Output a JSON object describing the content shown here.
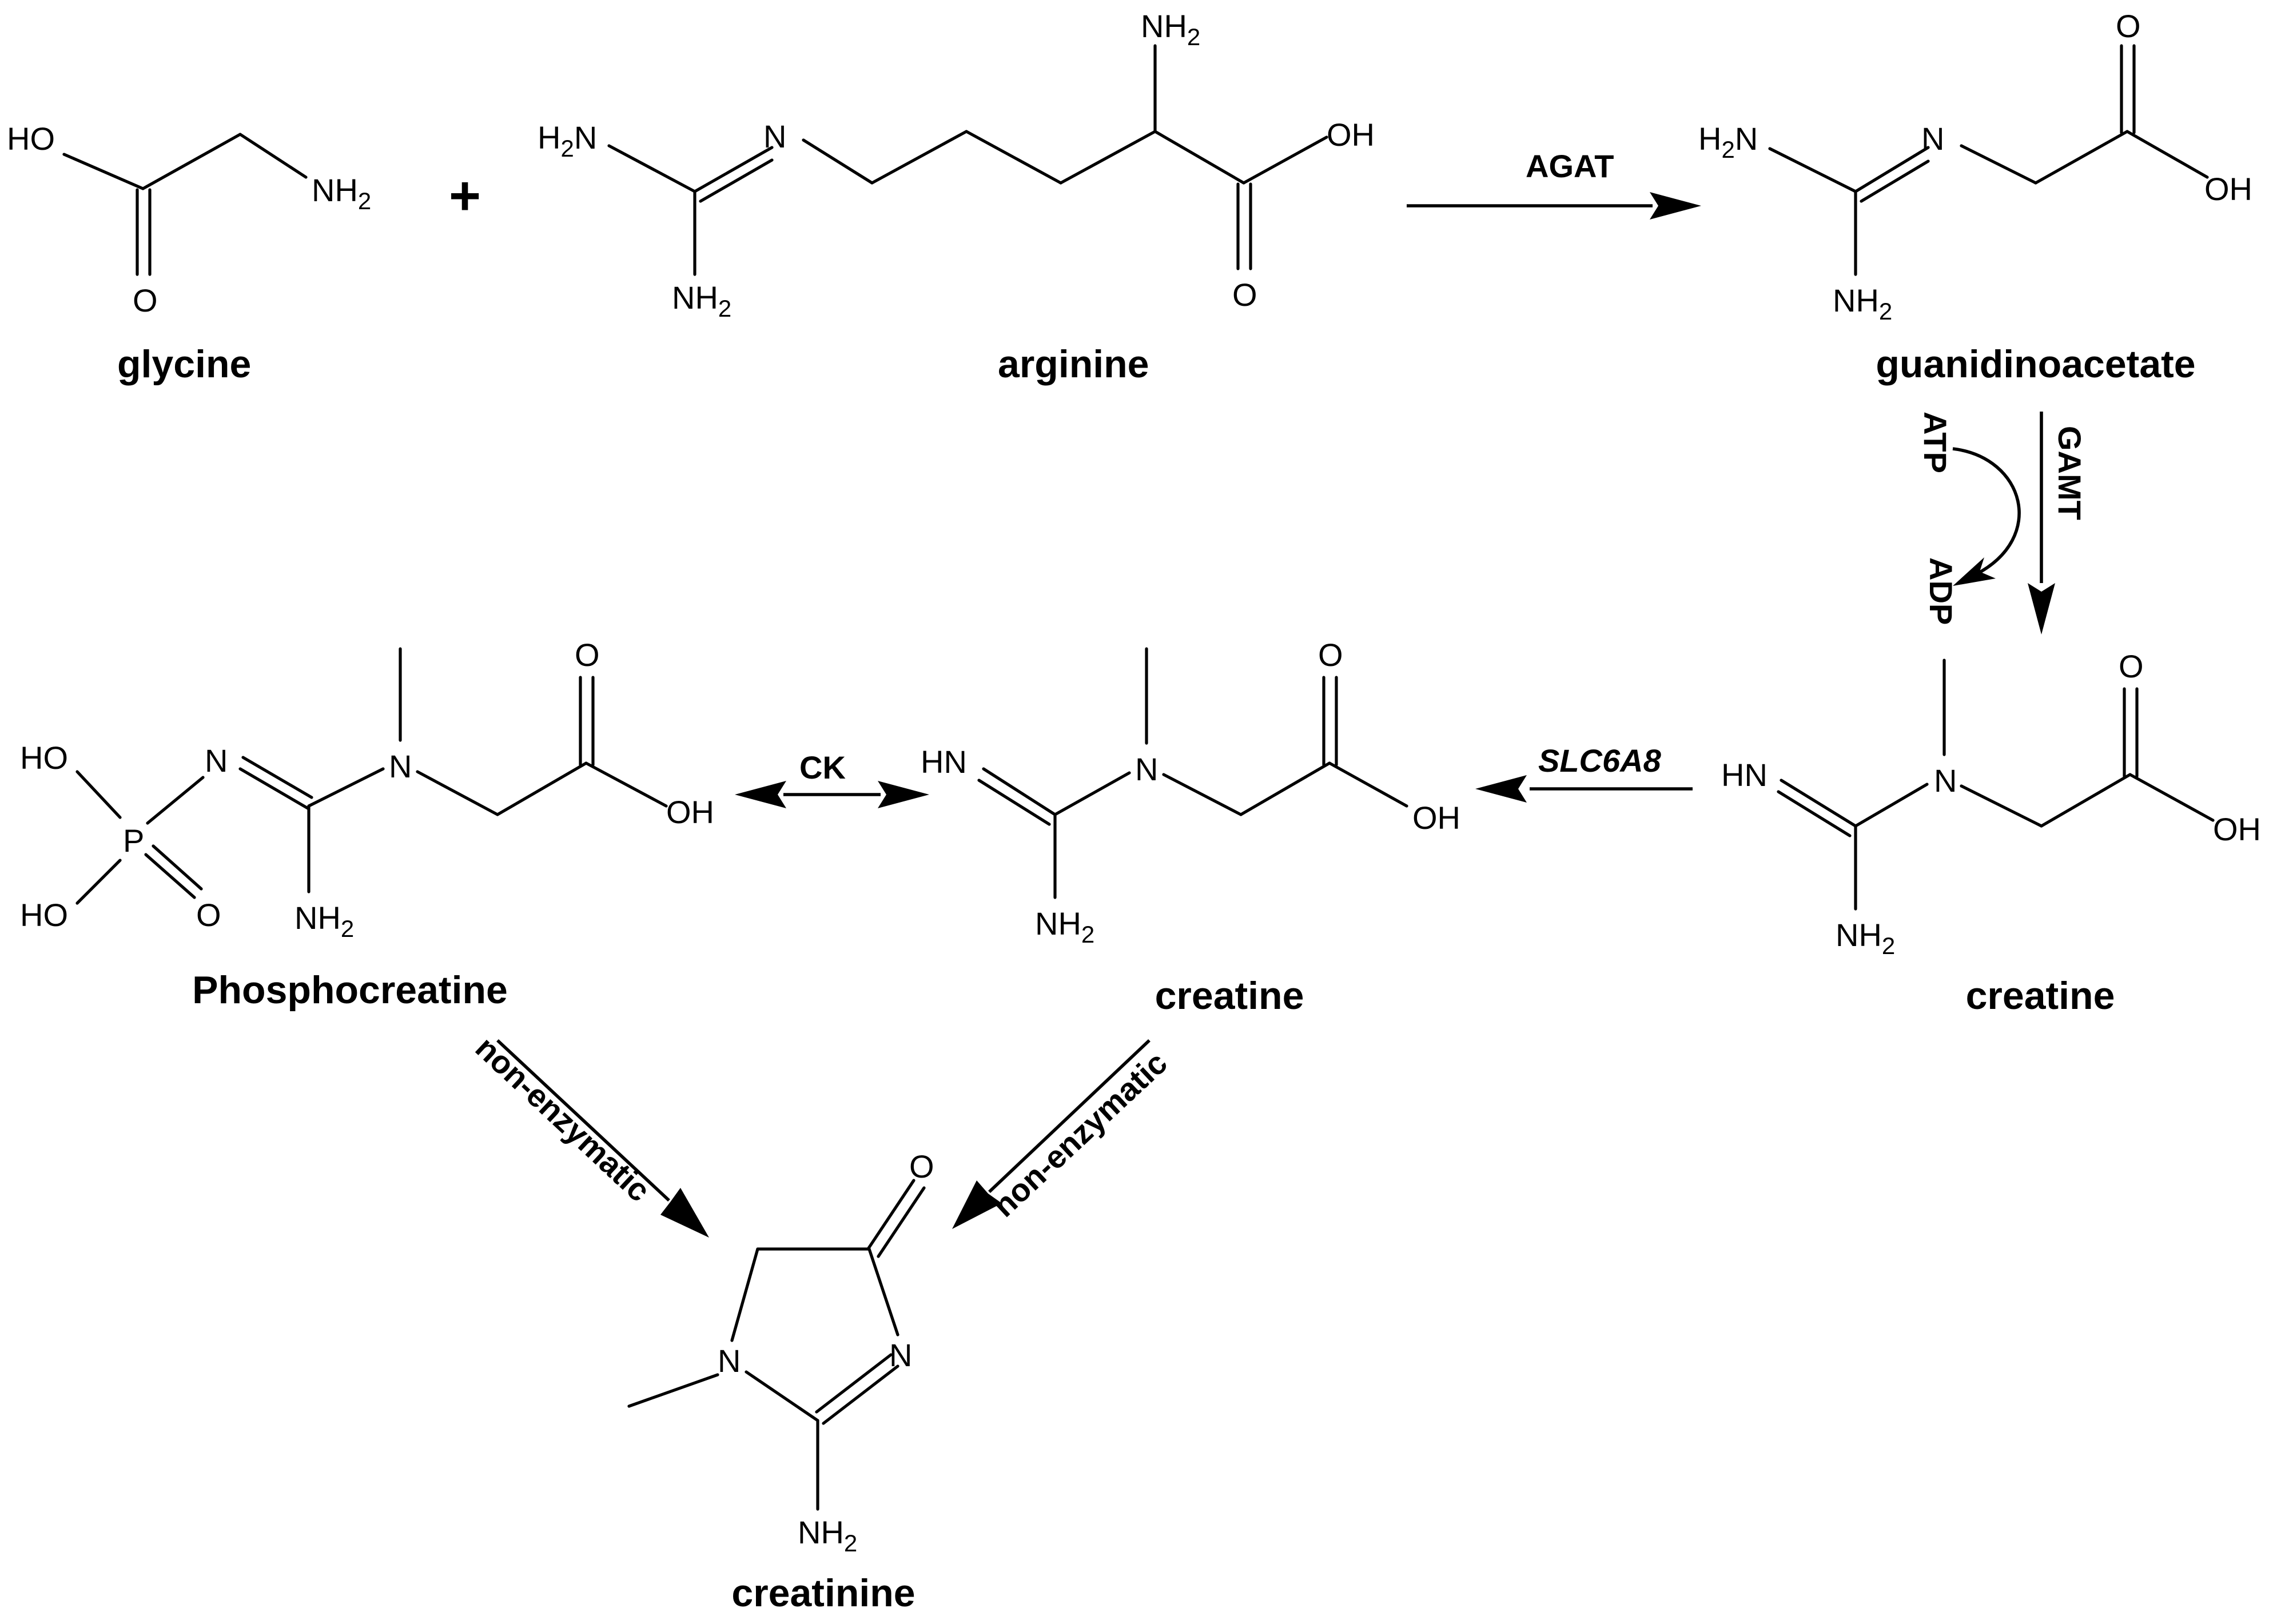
{
  "compounds": {
    "glycine": "glycine",
    "arginine": "arginine",
    "guanidinoacetate": "guanidinoacetate",
    "creatine_right": "creatine",
    "creatine_middle": "creatine",
    "phosphocreatine": "Phosphocreatine",
    "creatinine": "creatinine"
  },
  "reaction_labels": {
    "plus": "+",
    "agat": "AGAT",
    "gamt": "GAMT",
    "atp": "ATP",
    "adp": "ADP",
    "slc6a8": "SLC6A8",
    "ck": "CK",
    "non_enzymatic_left": "non-enzymatic",
    "non_enzymatic_right": "non-enzymatic"
  },
  "atoms": {
    "ho": "HO",
    "oh": "OH",
    "o": "O",
    "n": "N",
    "hn": "HN",
    "p": "P",
    "nh": "NH",
    "h2n_h": "H",
    "h2n_n": "N",
    "sub_2": "2"
  }
}
